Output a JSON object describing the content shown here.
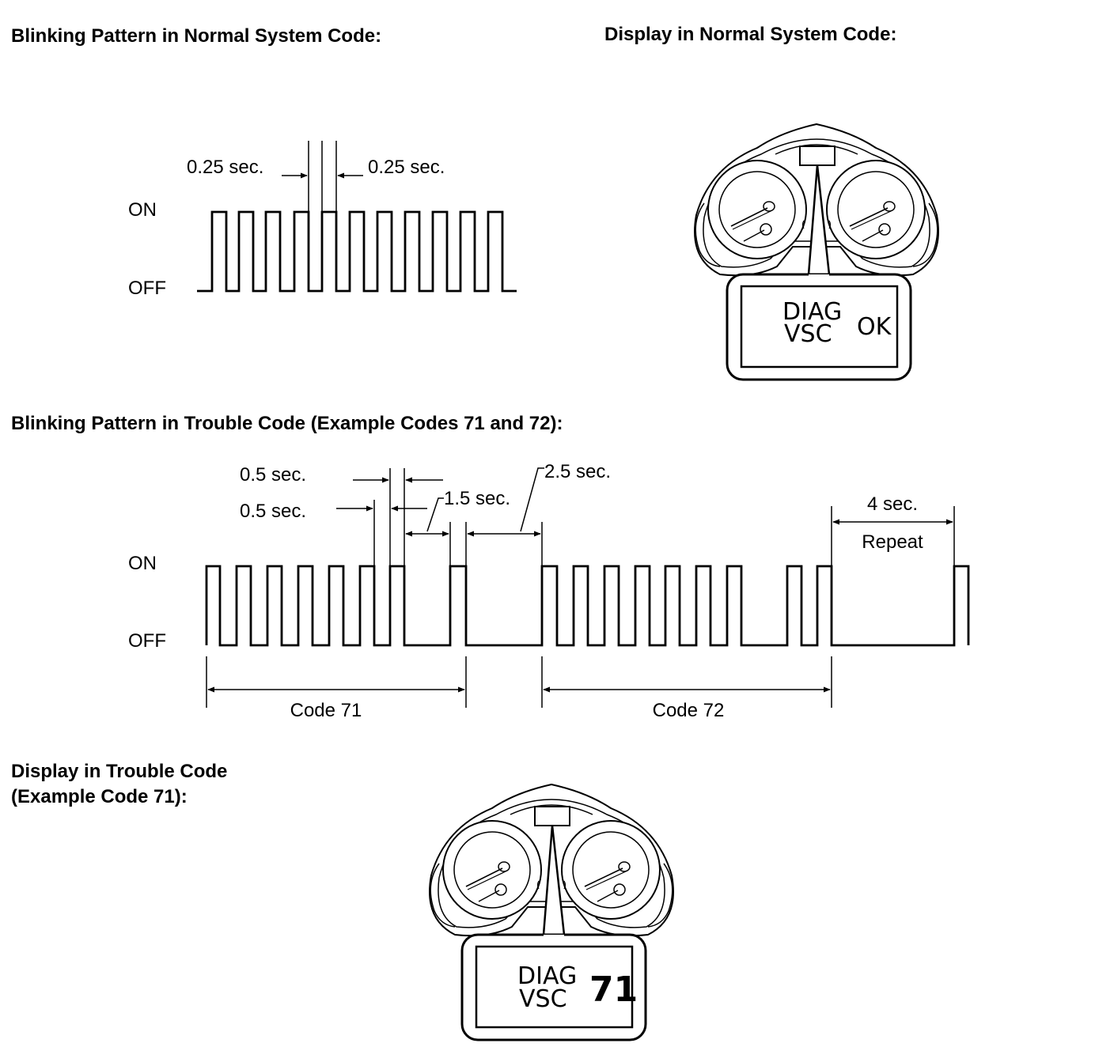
{
  "headings": {
    "normal_pattern": "Blinking Pattern in Normal System Code:",
    "normal_display": "Display in Normal System Code:",
    "trouble_pattern": "Blinking Pattern in Trouble Code (Example Codes 71 and 72):",
    "trouble_display_line1": "Display  in Trouble Code",
    "trouble_display_line2": "(Example Code 71):"
  },
  "normal_pattern": {
    "on_label": "ON",
    "off_label": "OFF",
    "timing_left": "0.25 sec.",
    "timing_right": "0.25 sec."
  },
  "normal_display": {
    "line1": "DIAG",
    "line2": "VSC",
    "status": "OK"
  },
  "trouble_pattern": {
    "on_label": "ON",
    "off_label": "OFF",
    "t_on": "0.5 sec.",
    "t_off": "0.5 sec.",
    "t_digit_gap": "1.5 sec.",
    "t_code_gap": "2.5 sec.",
    "t_repeat": "4 sec.",
    "repeat_label": "Repeat",
    "code1_label": "Code 71",
    "code2_label": "Code 72"
  },
  "trouble_display": {
    "line1": "DIAG",
    "line2": "VSC",
    "code": "71"
  }
}
